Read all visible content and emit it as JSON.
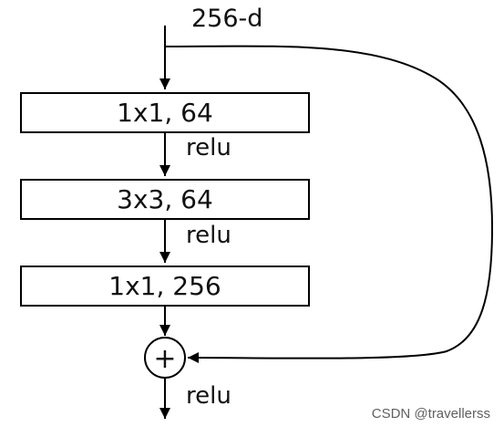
{
  "diagram": {
    "input_label": "256-d",
    "layers": [
      {
        "label": "1x1, 64"
      },
      {
        "label": "3x3, 64"
      },
      {
        "label": "1x1, 256"
      }
    ],
    "activations": [
      "relu",
      "relu",
      "relu"
    ],
    "merge_symbol": "+"
  },
  "footer": {
    "watermark": "CSDN @travellerss"
  }
}
